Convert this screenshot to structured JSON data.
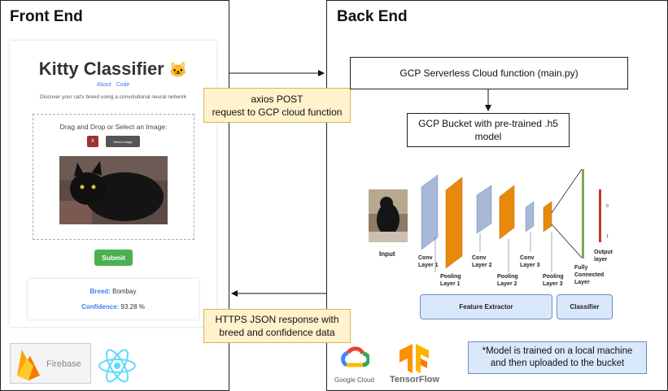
{
  "front_end": {
    "title": "Front End",
    "app": {
      "title": "Kitty Classifier",
      "emoji": "🐱",
      "links": [
        "About",
        "Code"
      ],
      "subtitle": "Discover your cat's breed using a convolutional neural network",
      "upload_prompt": "Drag and Drop or Select an Image:",
      "remove_button": "X",
      "select_button": "Select Image",
      "submit_button": "Submit",
      "result": {
        "breed_label": "Breed:",
        "breed_value": "Bombay",
        "confidence_label": "Confidence:",
        "confidence_value": "93.28 %"
      }
    },
    "logos": {
      "firebase": "Firebase"
    }
  },
  "notes": {
    "request": "axios POST\nrequest to GCP cloud function",
    "response": "HTTPS JSON response with\nbreed and confidence data"
  },
  "back_end": {
    "title": "Back End",
    "cloud_function": "GCP Serverless Cloud function (main.py)",
    "bucket": "GCP Bucket with pre-trained .h5\nmodel",
    "cnn": {
      "input": "Input",
      "layers": [
        "Conv\nLayer 1",
        "Pooling\nLayer 1",
        "Conv\nLayer 2",
        "Pooling\nLayer 2",
        "Conv\nLayer 3",
        "Pooling\nLayer 3",
        "Fully\nConnected\nLayer",
        "Output\nlayer"
      ],
      "output_ticks": [
        "0",
        "1"
      ],
      "feature_extractor": "Feature Extractor",
      "classifier": "Classifier"
    },
    "logos": {
      "google_cloud": "Google Cloud",
      "tensorflow": "TensorFlow"
    },
    "footnote": "*Model is trained on a local machine\nand then uploaded to the bucket"
  },
  "colors": {
    "note_fill": "#fff2cc",
    "note_border": "#d6b656",
    "blue_fill": "#dae8fc",
    "blue_border": "#6c8ebf",
    "conv": "#a7b7d6",
    "pool": "#e8890c",
    "fc": "#7aab5c",
    "out": "#c0392b",
    "submit": "#4caf50",
    "remove": "#9b3232"
  }
}
